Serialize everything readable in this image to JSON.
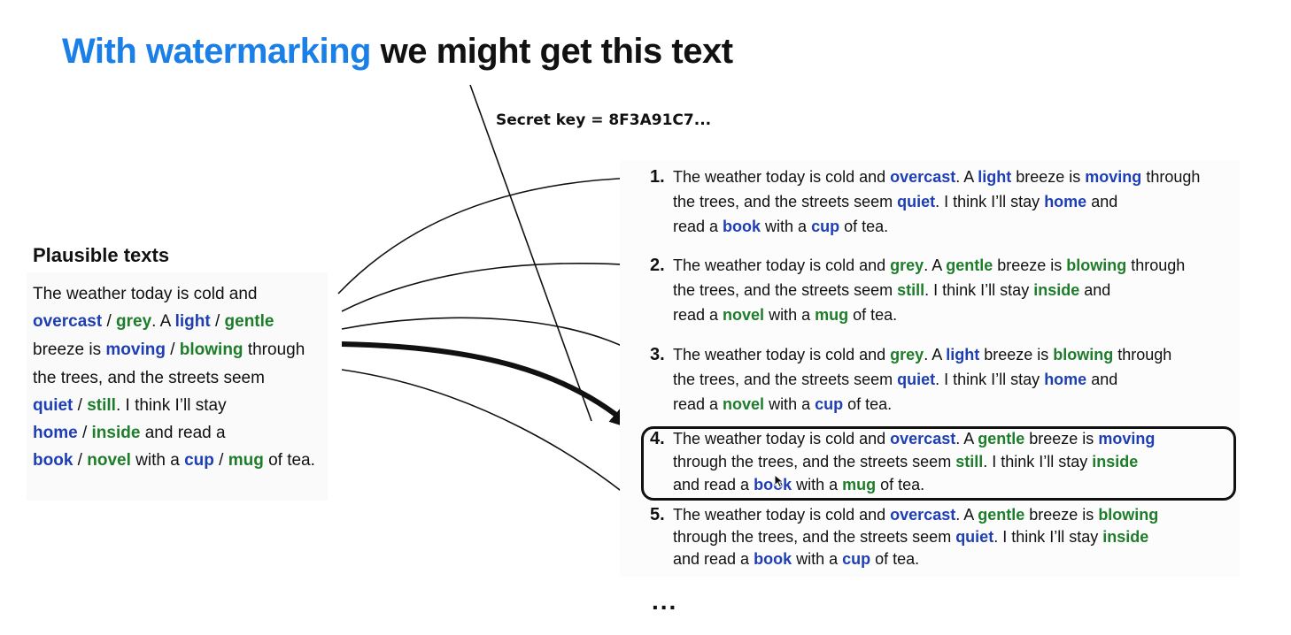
{
  "title": {
    "highlight": "With watermarking",
    "rest": " we might get this text",
    "highlight_color": "#1a7fe6"
  },
  "secret_key": "Secret key = 8F3A91C7...",
  "plausible": {
    "heading": "Plausible texts",
    "lines": [
      [
        {
          "t": "The weather today is cold and"
        }
      ],
      [
        {
          "t": "overcast",
          "c": "blue"
        },
        {
          "t": " / "
        },
        {
          "t": "grey",
          "c": "green"
        },
        {
          "t": ". A "
        },
        {
          "t": "light",
          "c": "blue"
        },
        {
          "t": " / "
        },
        {
          "t": "gentle",
          "c": "green"
        }
      ],
      [
        {
          "t": "breeze is "
        },
        {
          "t": "moving",
          "c": "blue"
        },
        {
          "t": " / "
        },
        {
          "t": "blowing",
          "c": "green"
        },
        {
          "t": " through"
        }
      ],
      [
        {
          "t": "the trees, and the streets seem"
        }
      ],
      [
        {
          "t": "quiet",
          "c": "blue"
        },
        {
          "t": " / "
        },
        {
          "t": "still",
          "c": "green"
        },
        {
          "t": ". I think I’ll stay"
        }
      ],
      [
        {
          "t": "home",
          "c": "blue"
        },
        {
          "t": " / "
        },
        {
          "t": "inside",
          "c": "green"
        },
        {
          "t": " and read a"
        }
      ],
      [
        {
          "t": "book",
          "c": "blue"
        },
        {
          "t": " / "
        },
        {
          "t": "novel",
          "c": "green"
        },
        {
          "t": " with a "
        },
        {
          "t": "cup",
          "c": "blue"
        },
        {
          "t": " / "
        },
        {
          "t": "mug",
          "c": "green"
        },
        {
          "t": " of tea."
        }
      ]
    ]
  },
  "options": [
    {
      "number": "1.",
      "lines": [
        [
          {
            "t": "The weather today is cold and "
          },
          {
            "t": "overcast",
            "c": "blue"
          },
          {
            "t": ".  A "
          },
          {
            "t": "light",
            "c": "blue"
          },
          {
            "t": " breeze is "
          },
          {
            "t": "moving",
            "c": "blue"
          },
          {
            "t": " through"
          }
        ],
        [
          {
            "t": "the trees, and the streets seem "
          },
          {
            "t": "quiet",
            "c": "blue"
          },
          {
            "t": ".  I think I’ll stay "
          },
          {
            "t": "home",
            "c": "blue"
          },
          {
            "t": " and"
          }
        ],
        [
          {
            "t": "read a "
          },
          {
            "t": "book",
            "c": "blue"
          },
          {
            "t": " with a "
          },
          {
            "t": "cup",
            "c": "blue"
          },
          {
            "t": " of tea."
          }
        ]
      ]
    },
    {
      "number": "2.",
      "lines": [
        [
          {
            "t": "The weather today is cold and "
          },
          {
            "t": "grey",
            "c": "green"
          },
          {
            "t": ".  A "
          },
          {
            "t": "gentle",
            "c": "green"
          },
          {
            "t": " breeze is "
          },
          {
            "t": "blowing",
            "c": "green"
          },
          {
            "t": " through"
          }
        ],
        [
          {
            "t": "the trees, and the streets seem "
          },
          {
            "t": "still",
            "c": "green"
          },
          {
            "t": ".  I think I’ll stay "
          },
          {
            "t": "inside",
            "c": "green"
          },
          {
            "t": " and"
          }
        ],
        [
          {
            "t": "read a "
          },
          {
            "t": "novel",
            "c": "green"
          },
          {
            "t": " with a "
          },
          {
            "t": "mug",
            "c": "green"
          },
          {
            "t": " of tea."
          }
        ]
      ]
    },
    {
      "number": "3.",
      "lines": [
        [
          {
            "t": "The weather today is cold and "
          },
          {
            "t": "grey",
            "c": "green"
          },
          {
            "t": ".  A "
          },
          {
            "t": "light",
            "c": "blue"
          },
          {
            "t": " breeze is "
          },
          {
            "t": "blowing",
            "c": "green"
          },
          {
            "t": " through"
          }
        ],
        [
          {
            "t": "the trees, and the streets seem "
          },
          {
            "t": "quiet",
            "c": "blue"
          },
          {
            "t": ".  I think I’ll stay "
          },
          {
            "t": "home",
            "c": "blue"
          },
          {
            "t": " and"
          }
        ],
        [
          {
            "t": "read a "
          },
          {
            "t": "novel",
            "c": "green"
          },
          {
            "t": " with a "
          },
          {
            "t": "cup",
            "c": "blue"
          },
          {
            "t": " of tea."
          }
        ]
      ]
    },
    {
      "number": "4.",
      "selected": true,
      "lines": [
        [
          {
            "t": "The weather today is cold and "
          },
          {
            "t": "overcast",
            "c": "blue"
          },
          {
            "t": ".  A "
          },
          {
            "t": "gentle",
            "c": "green"
          },
          {
            "t": " breeze is "
          },
          {
            "t": "moving",
            "c": "blue"
          }
        ],
        [
          {
            "t": "through the trees, and the streets seem "
          },
          {
            "t": "still",
            "c": "green"
          },
          {
            "t": ".  I think I’ll stay "
          },
          {
            "t": "inside",
            "c": "green"
          }
        ],
        [
          {
            "t": "and read a "
          },
          {
            "t": "book",
            "c": "blue"
          },
          {
            "t": " with a "
          },
          {
            "t": "mug",
            "c": "green"
          },
          {
            "t": " of tea."
          }
        ]
      ]
    },
    {
      "number": "5.",
      "lines": [
        [
          {
            "t": "The weather today is cold and "
          },
          {
            "t": "overcast",
            "c": "blue"
          },
          {
            "t": ".  A "
          },
          {
            "t": "gentle",
            "c": "green"
          },
          {
            "t": " breeze is "
          },
          {
            "t": "blowing",
            "c": "green"
          }
        ],
        [
          {
            "t": "through the trees, and the streets seem "
          },
          {
            "t": "quiet",
            "c": "blue"
          },
          {
            "t": ".  I think I’ll stay "
          },
          {
            "t": "inside",
            "c": "green"
          }
        ],
        [
          {
            "t": "and read a "
          },
          {
            "t": "book",
            "c": "blue"
          },
          {
            "t": " with a "
          },
          {
            "t": "cup",
            "c": "blue"
          },
          {
            "t": " of tea."
          }
        ]
      ]
    }
  ],
  "ellipsis": "...",
  "colors": {
    "blue": "#1e3fb3",
    "green": "#1e7d2b",
    "title_blue": "#1a7fe6"
  },
  "icons": [
    "arrow-icon",
    "mouse-cursor-icon"
  ]
}
